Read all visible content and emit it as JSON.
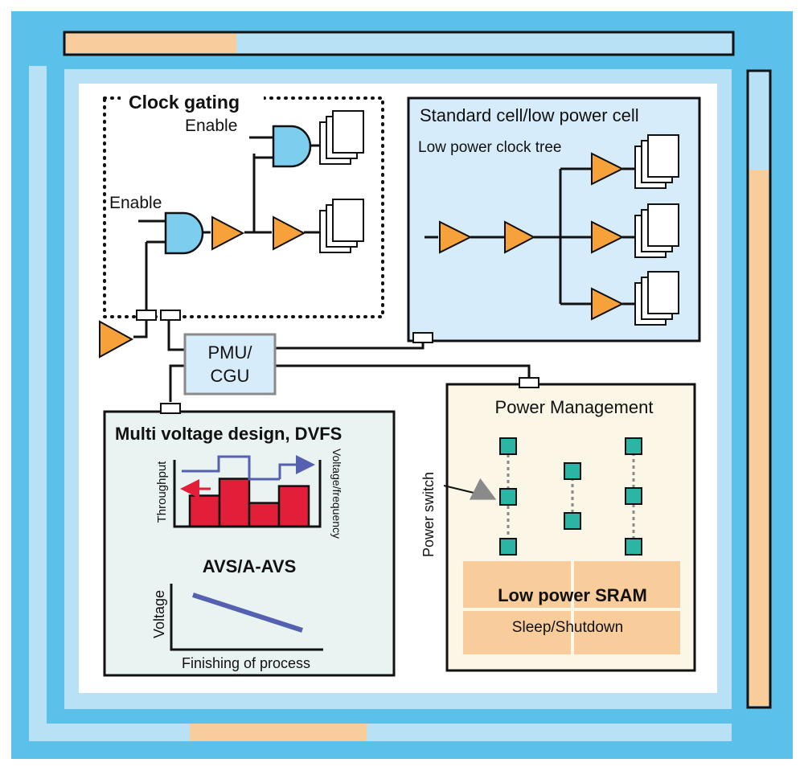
{
  "labels": {
    "clock_gating": "Clock gating",
    "enable_top": "Enable",
    "enable_left": "Enable",
    "std_cell_title": "Standard cell/low power cell",
    "clock_tree": "Low power clock tree",
    "pmu_line1": "PMU/",
    "pmu_line2": "CGU",
    "multi_voltage_title": "Multi voltage design, DVFS",
    "throughput": "Throughput",
    "voltage_frequency": "Voltage/frequency",
    "avs_title": "AVS/A-AVS",
    "voltage_axis": "Voltage",
    "process_axis": "Finishing of process",
    "power_mgmt_title": "Power Management",
    "power_switch": "Power switch",
    "sram_title": "Low power SRAM",
    "sram_sub": "Sleep/Shutdown"
  },
  "colors": {
    "outer_frame": "#5bc0ea",
    "inner_frame": "#b9e1f5",
    "accent_bar": "#f9cc9c",
    "buffer": "#f7a13a",
    "and_gate": "#7ccdee",
    "std_cell_bg": "#d6ecfa",
    "pmu_bg": "#d6ecfa",
    "multi_voltage_bg": "#e9f3f2",
    "power_mgmt_bg": "#fbf6e6",
    "sram": "#f9cc9c",
    "bar_red": "#e31e39",
    "line_purple": "#5660b0",
    "arrow_red": "#e31e39",
    "node_teal": "#2ab5a5"
  },
  "dvfs_bar_levels": [
    0.55,
    0.85,
    0.42,
    0.72
  ]
}
